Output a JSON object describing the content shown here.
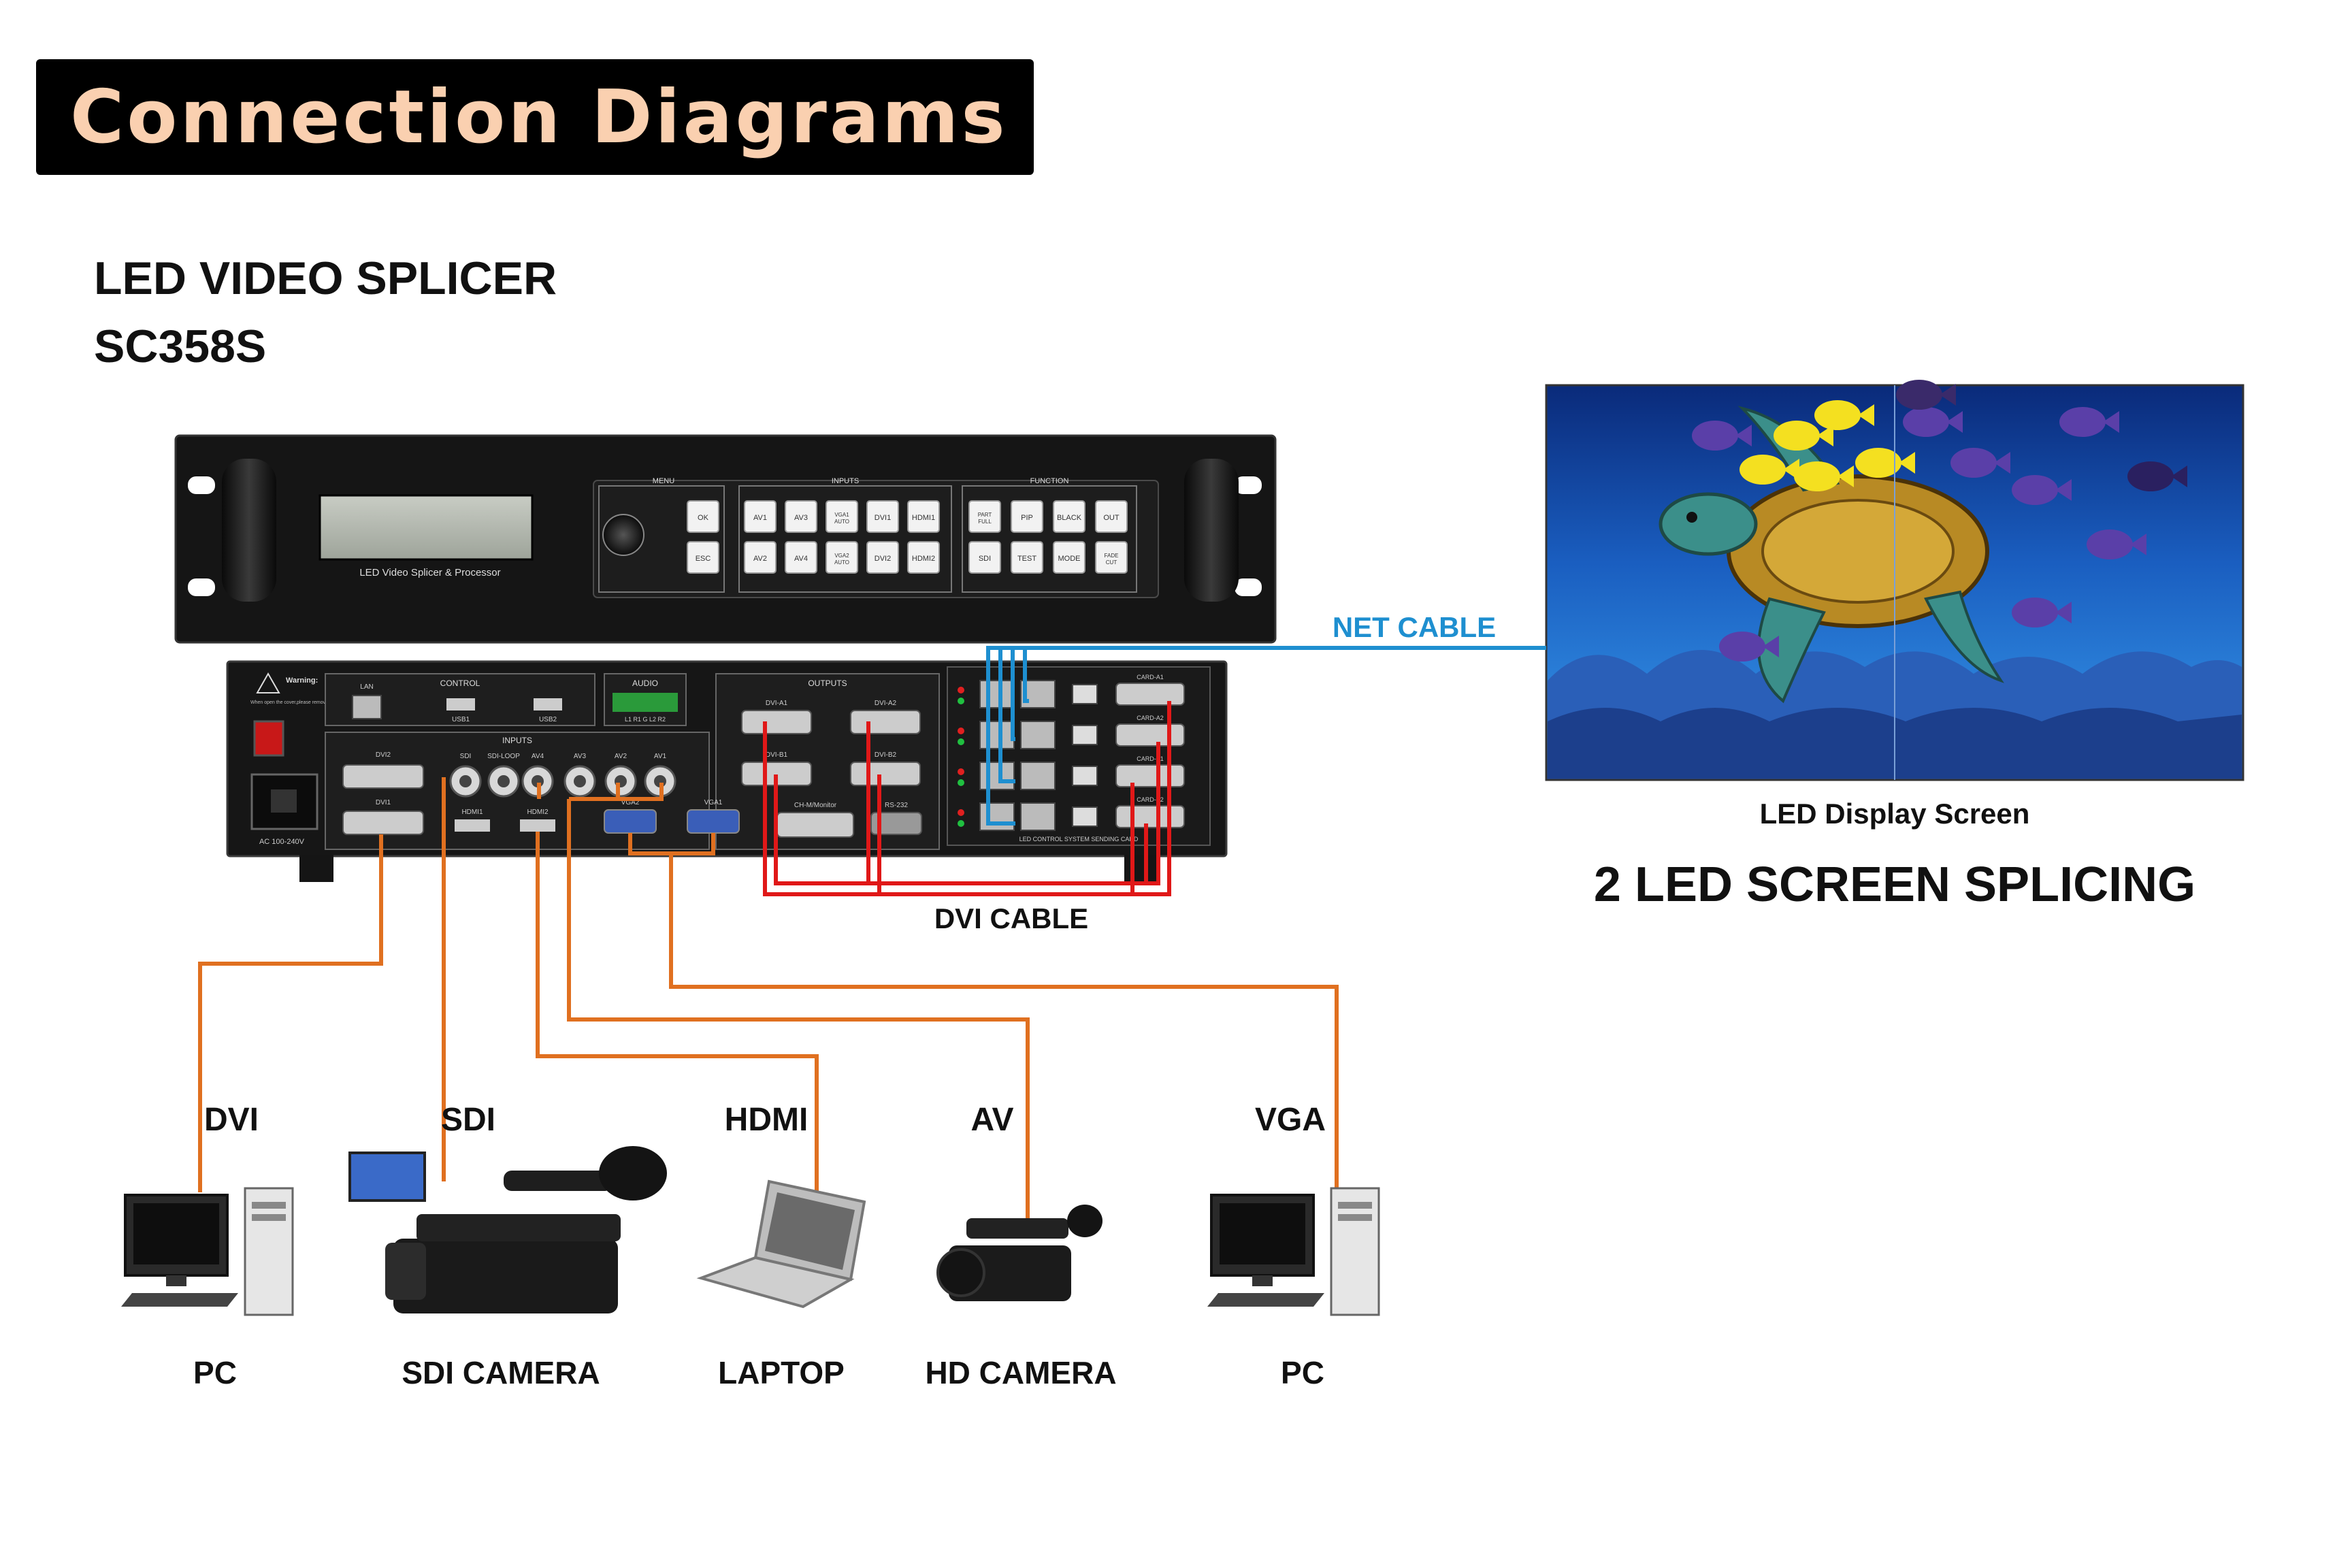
{
  "header": {
    "title": "Connection Diagrams"
  },
  "product": {
    "line1": "LED VIDEO SPLICER",
    "line2": "SC358S"
  },
  "front_panel": {
    "lcd_caption": "LED Video Splicer & Processor",
    "groups": [
      "MENU",
      "INPUTS",
      "FUNCTION"
    ],
    "menu_buttons": [
      "OK",
      "ESC"
    ],
    "input_buttons": [
      "AV1",
      "AV3",
      "VGA1/AUTO",
      "DVI1",
      "HDMI1",
      "AV2",
      "AV4",
      "VGA2/AUTO",
      "DVI2",
      "HDMI2"
    ],
    "function_buttons": [
      "PART/FULL",
      "PIP",
      "BLACK",
      "OUT",
      "SDI",
      "TEST",
      "MODE",
      "FADE/CUT"
    ]
  },
  "rear_panel": {
    "warning_title": "Warning:",
    "warning_text": "When open the cover,please remove the power supply",
    "sections": [
      "CONTROL",
      "AUDIO",
      "INPUTS",
      "OUTPUTS"
    ],
    "ports": [
      "LAN",
      "USB1",
      "USB2",
      "L1 R1 G L2 R2",
      "DVI2",
      "DVI1",
      "SDI",
      "SDI-LOOP",
      "AV4",
      "AV3",
      "AV2",
      "AV1",
      "HDMI1",
      "HDMI2",
      "VGA2",
      "VGA1",
      "DVI-A1",
      "DVI-A2",
      "DVI-B1",
      "DVI-B2",
      "CH-M/Monitor",
      "RS-232",
      "CARD-A1",
      "CARD-A2",
      "CARD-B1",
      "CARD-B2"
    ],
    "power_label": "AC 100-240V",
    "card_caption": "LED CONTROL SYSTEM SENDING CARD"
  },
  "cables": {
    "net": "NET CABLE",
    "dvi": "DVI CABLE"
  },
  "display": {
    "caption": "LED Display Screen",
    "headline": "2 LED SCREEN SPLICING"
  },
  "sources": [
    {
      "signal": "DVI",
      "device": "PC"
    },
    {
      "signal": "SDI",
      "device": "SDI CAMERA"
    },
    {
      "signal": "HDMI",
      "device": "LAPTOP"
    },
    {
      "signal": "AV",
      "device": "HD CAMERA"
    },
    {
      "signal": "VGA",
      "device": "PC"
    }
  ],
  "colors": {
    "input_cable": "#e07020",
    "output_cable": "#e01818",
    "net_cable": "#1e8fd0",
    "banner_text": "#fad0b0"
  }
}
